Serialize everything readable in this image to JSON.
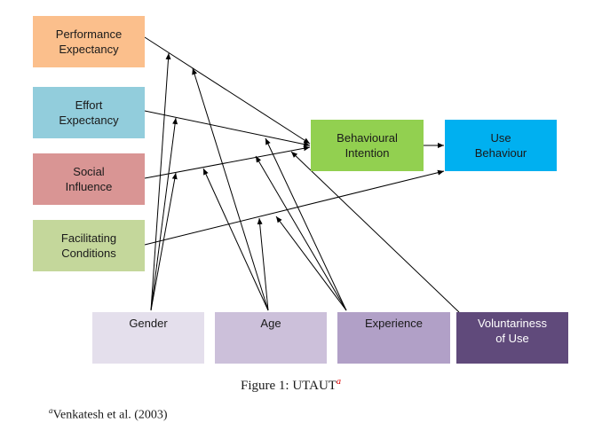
{
  "figure": {
    "caption_prefix": "Figure 1:",
    "caption_title": "UTAUT",
    "caption_marker": "a",
    "footnote_marker": "a",
    "footnote_text": "Venkatesh et al. (2003)"
  },
  "constructs": {
    "performance_expectancy": {
      "line1": "Performance",
      "line2": "Expectancy",
      "color": "#fbbf8c"
    },
    "effort_expectancy": {
      "line1": "Effort",
      "line2": "Expectancy",
      "color": "#92cddc"
    },
    "social_influence": {
      "line1": "Social",
      "line2": "Influence",
      "color": "#d99594"
    },
    "facilitating_conditions": {
      "line1": "Facilitating",
      "line2": "Conditions",
      "color": "#c4d79b"
    },
    "behavioural_intention": {
      "line1": "Behavioural",
      "line2": "Intention",
      "color": "#92d050"
    },
    "use_behaviour": {
      "line1": "Use",
      "line2": "Behaviour",
      "color": "#00b0f0"
    }
  },
  "moderators": {
    "gender": {
      "label": "Gender",
      "color": "#e4dfec"
    },
    "age": {
      "label": "Age",
      "color": "#ccc0da"
    },
    "experience": {
      "label": "Experience",
      "color": "#b1a0c7"
    },
    "voluntariness": {
      "line1": "Voluntariness",
      "line2": "of Use",
      "color": "#604a7b"
    }
  },
  "relationships": [
    {
      "from": "Performance Expectancy",
      "to": "Behavioural Intention"
    },
    {
      "from": "Effort Expectancy",
      "to": "Behavioural Intention"
    },
    {
      "from": "Social Influence",
      "to": "Behavioural Intention"
    },
    {
      "from": "Facilitating Conditions",
      "to": "Use Behaviour"
    },
    {
      "from": "Behavioural Intention",
      "to": "Use Behaviour"
    }
  ],
  "moderations": [
    {
      "moderator": "Gender",
      "path": "Performance Expectancy"
    },
    {
      "moderator": "Gender",
      "path": "Effort Expectancy"
    },
    {
      "moderator": "Gender",
      "path": "Social Influence"
    },
    {
      "moderator": "Age",
      "path": "Performance Expectancy"
    },
    {
      "moderator": "Age",
      "path": "Social Influence"
    },
    {
      "moderator": "Age",
      "path": "Facilitating Conditions"
    },
    {
      "moderator": "Experience",
      "path": "Effort Expectancy"
    },
    {
      "moderator": "Experience",
      "path": "Social Influence"
    },
    {
      "moderator": "Experience",
      "path": "Facilitating Conditions"
    },
    {
      "moderator": "Voluntariness of Use",
      "path": "Social Influence"
    }
  ]
}
